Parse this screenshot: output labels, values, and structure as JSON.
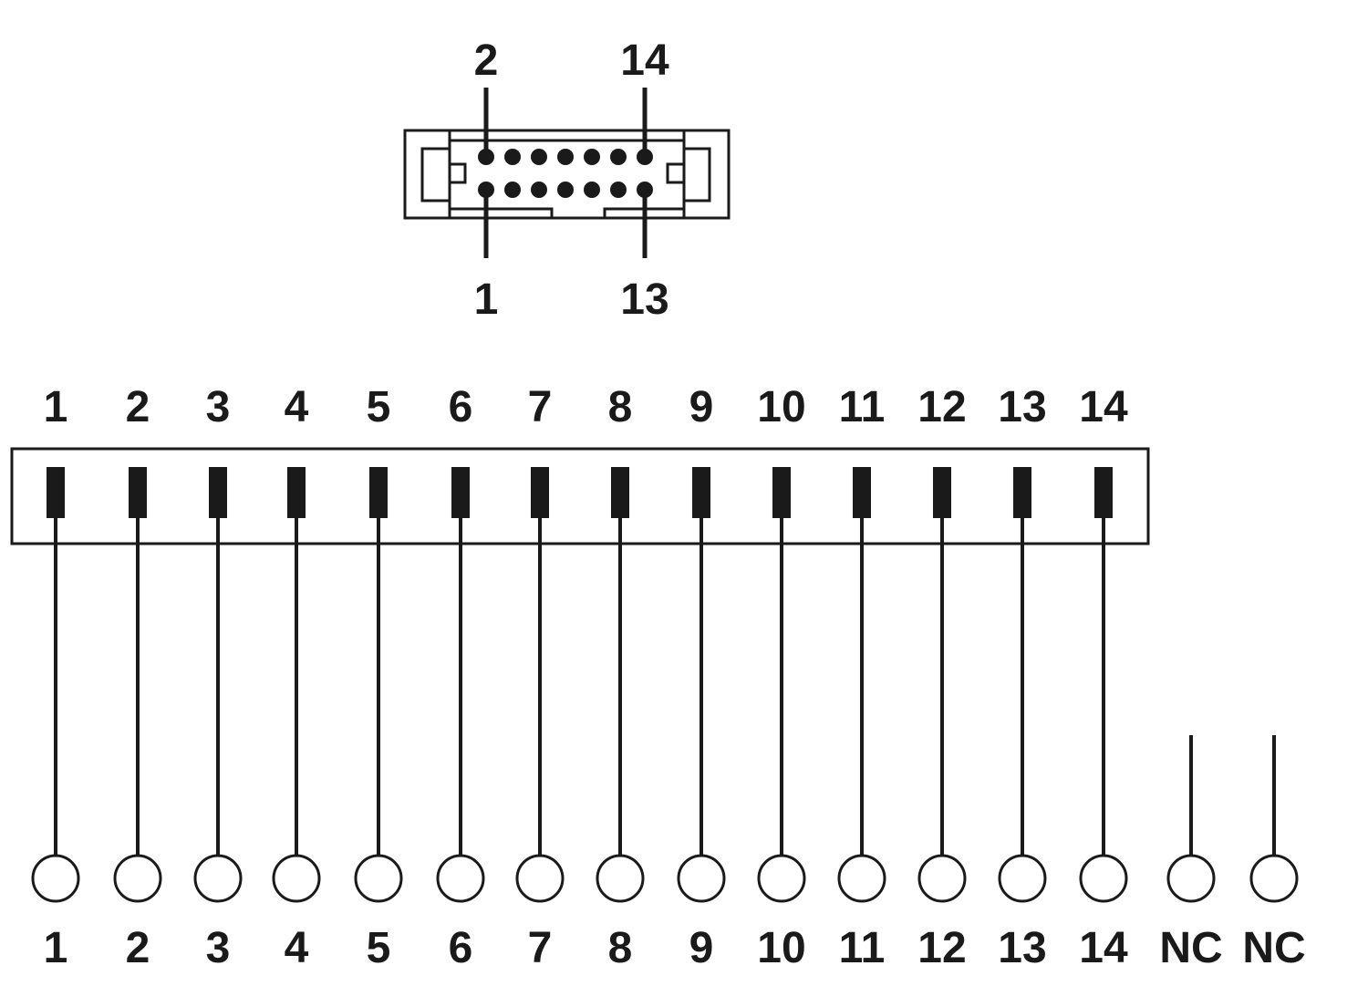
{
  "connector": {
    "label_top_left": "2",
    "label_top_right": "14",
    "label_bottom_left": "1",
    "label_bottom_right": "13",
    "pins_per_row": 7
  },
  "terminal_block": {
    "header_labels": [
      "1",
      "2",
      "3",
      "4",
      "5",
      "6",
      "7",
      "8",
      "9",
      "10",
      "11",
      "12",
      "13",
      "14"
    ],
    "terminal_labels": [
      "1",
      "2",
      "3",
      "4",
      "5",
      "6",
      "7",
      "8",
      "9",
      "10",
      "11",
      "12",
      "13",
      "14",
      "NC",
      "NC"
    ]
  },
  "colors": {
    "ink": "#1a1a1a",
    "background": "#ffffff"
  }
}
